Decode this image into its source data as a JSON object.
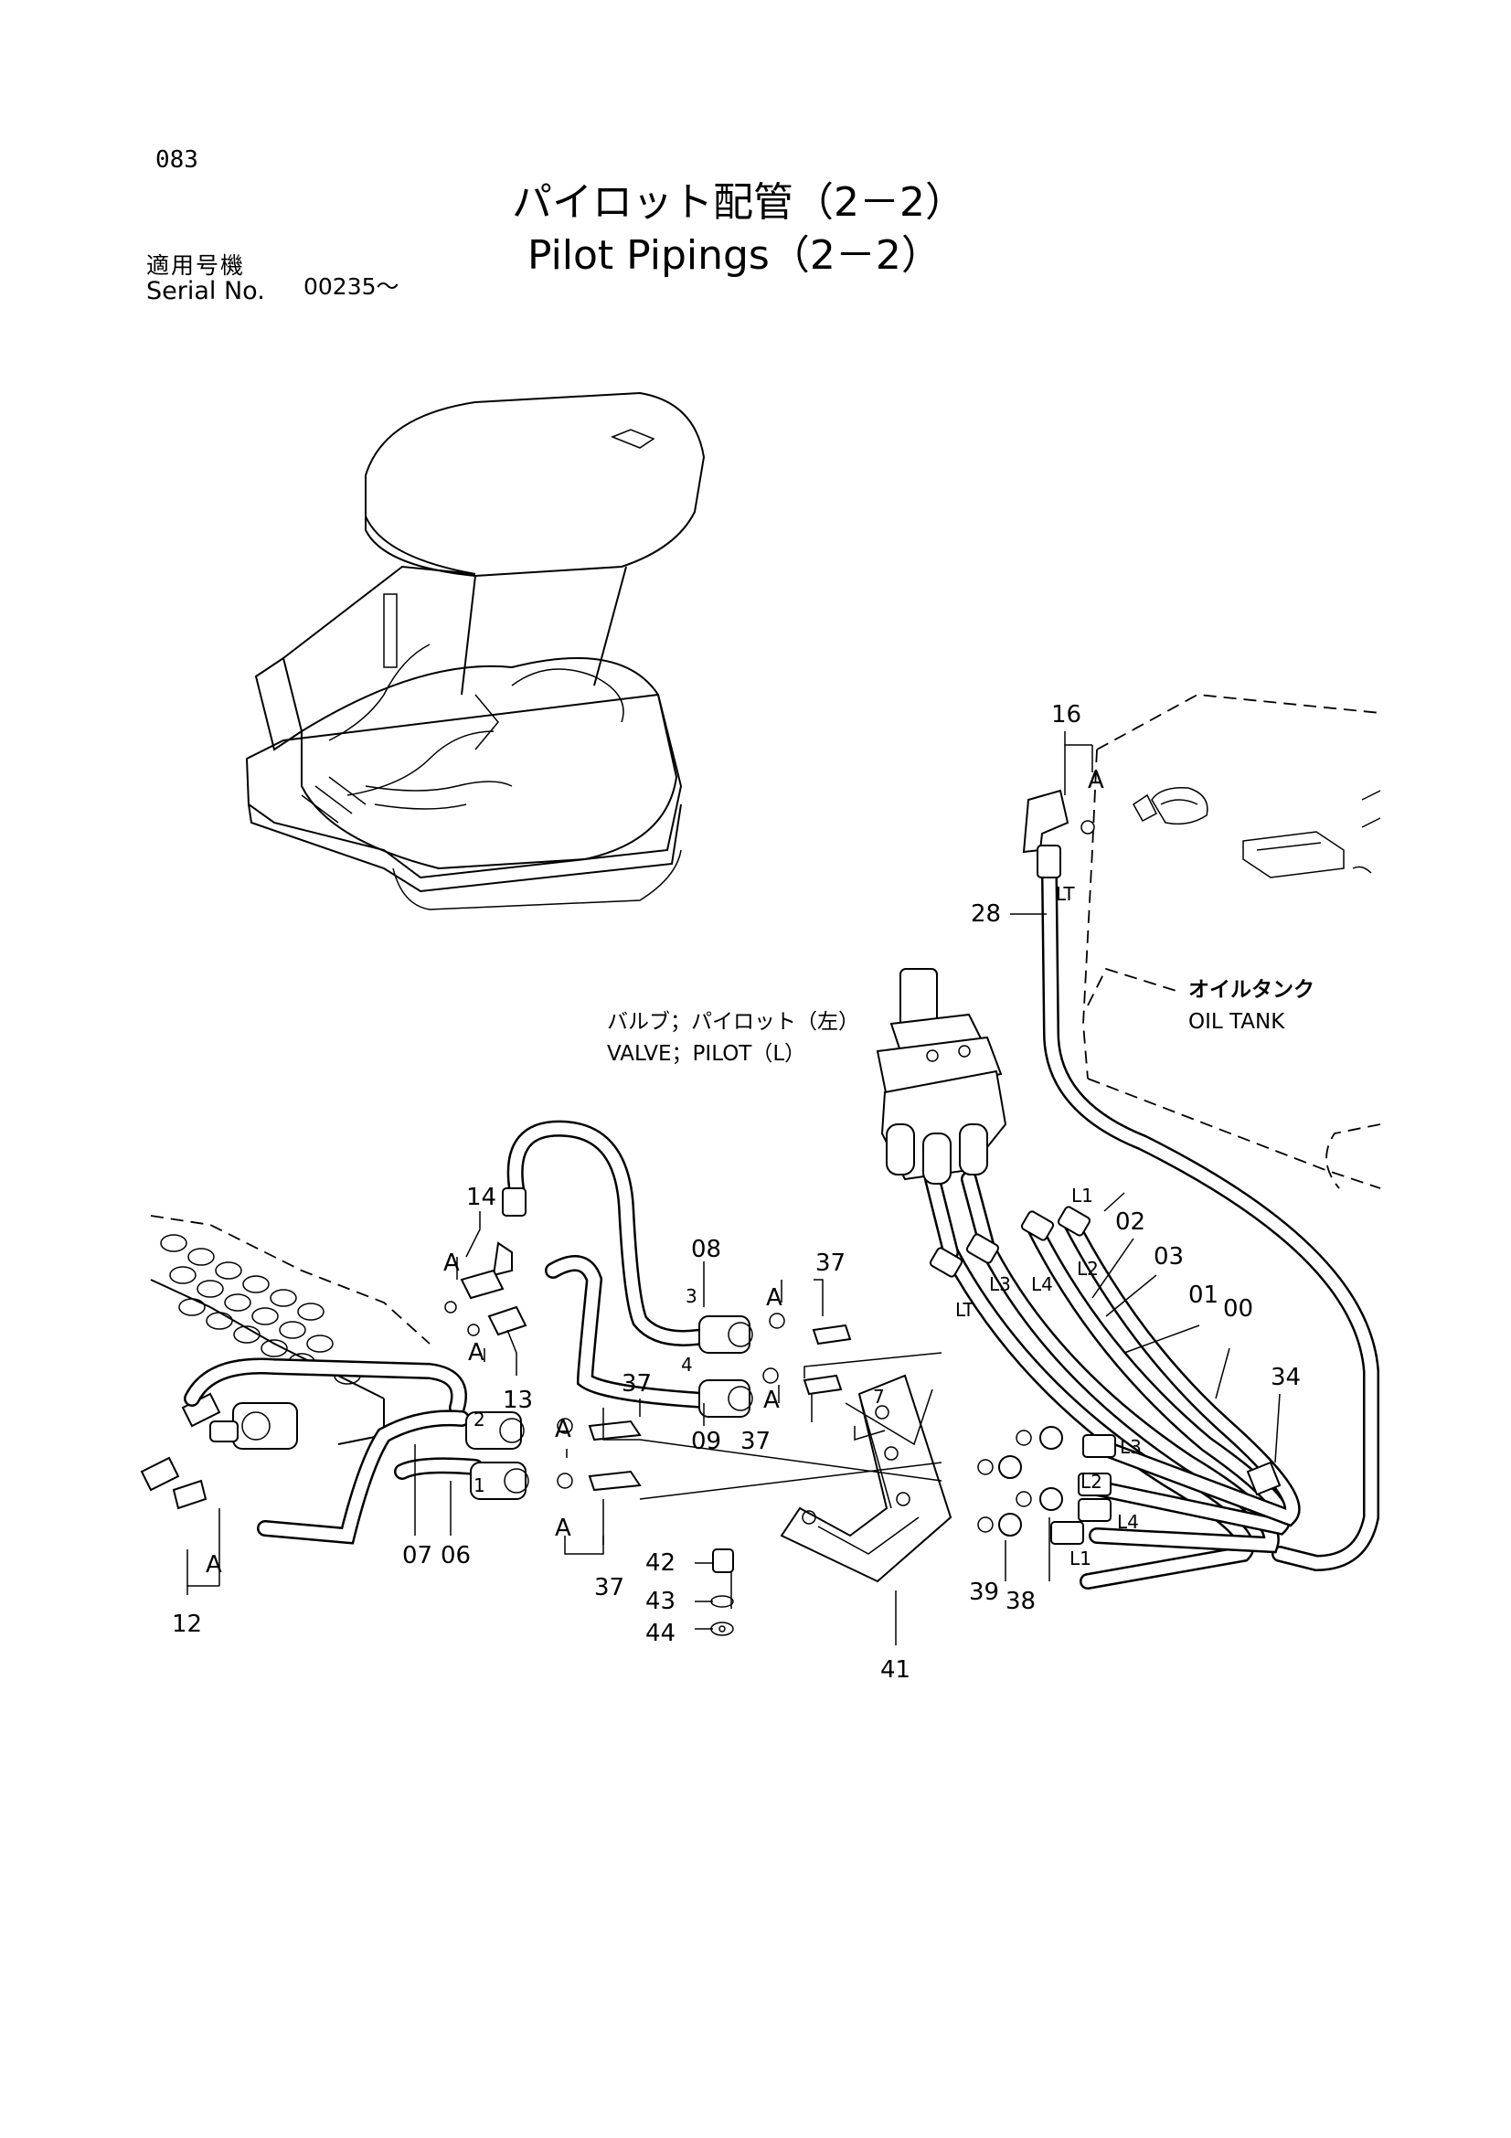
{
  "page": {
    "number": "083",
    "title_jp": "パイロット配管（2－2）",
    "title_en": "Pilot Pipings（2－2）",
    "serial_label_jp": "適用号機",
    "serial_label_en": "Serial No.",
    "serial_value": "00235～"
  },
  "captions": {
    "valve_jp": "バルブ；パイロット（左）",
    "valve_en": "VALVE；PILOT（L）",
    "tank_jp": "オイルタンク",
    "tank_en": "OIL TANK"
  },
  "callouts": {
    "p00": "00",
    "p01": "01",
    "p02": "02",
    "p03": "03",
    "p06": "06",
    "p07": "07",
    "p08": "08",
    "p09": "09",
    "p12": "12",
    "p13": "13",
    "p14": "14",
    "p16": "16",
    "p28": "28",
    "p34": "34",
    "p37a": "37",
    "p37b": "37",
    "p37c": "37",
    "p37d": "37",
    "p38": "38",
    "p39": "39",
    "p41": "41",
    "p42": "42",
    "p43": "43",
    "p44": "44"
  },
  "markers": {
    "a": "A",
    "lt": "LT",
    "l1": "L1",
    "l2": "L2",
    "l3": "L3",
    "l4": "L4",
    "n1": "1",
    "n2": "2",
    "n3": "3",
    "n4": "4",
    "n7": "7"
  },
  "icons": [
    "excavator-cab-icon",
    "oil-tank-icon",
    "pilot-valve-icon",
    "control-valve-icon",
    "bracket-icon",
    "hose-icon",
    "fitting-icon"
  ]
}
